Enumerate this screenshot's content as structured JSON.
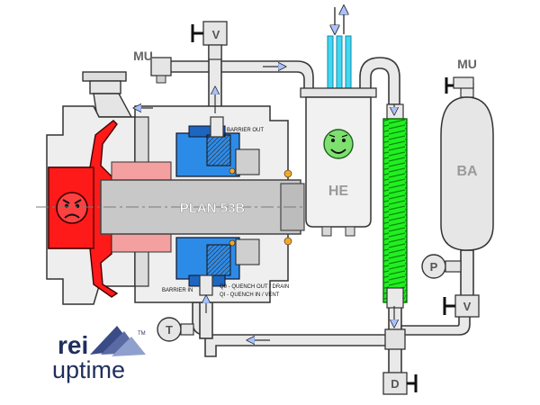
{
  "diagram": {
    "title": "PLAN 53B",
    "labels": {
      "mu_top": "MU",
      "v_top": "V",
      "mu_right": "MU",
      "ba": "BA",
      "he": "HE",
      "p": "P",
      "v_right": "V",
      "t": "T",
      "d": "D",
      "barrier_out": "BARRIER OUT",
      "barrier_in": "BARRIER IN",
      "quench_out": "Q0 - QUENCH OUT / DRAIN",
      "quench_in": "QI - QUENCH IN / VENT"
    }
  },
  "logo": {
    "brand_top": "rei",
    "brand_bottom": "uptime",
    "tm": "TM"
  },
  "colors": {
    "pump_red": "#ff1a1a",
    "shaft_gray": "#c8c8c8",
    "seal_blue": "#2d8be8",
    "pipe_gray": "#e7e7e7",
    "cooler_green": "#22ee22",
    "water_cyan": "#40d8f0",
    "arrow_blue": "#9fb6ff",
    "logo_navy": "#1f2e5c"
  }
}
